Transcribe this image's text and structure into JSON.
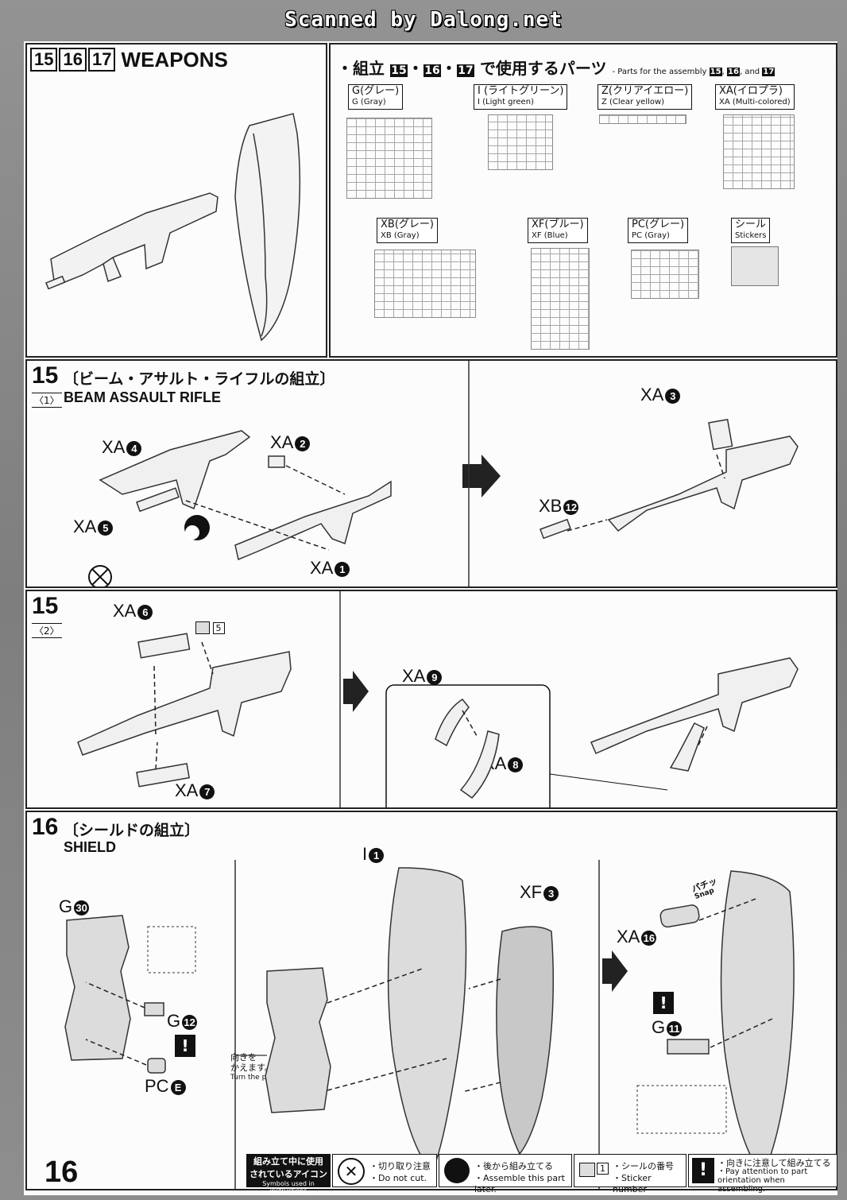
{
  "banner": "Scanned by Dalong.net",
  "page_number": "16",
  "header": {
    "step_numbers": [
      "15",
      "16",
      "17"
    ],
    "title": "WEAPONS"
  },
  "parts": {
    "heading_jp_prefix": "・組立",
    "heading_jp_suffix": "で使用するパーツ",
    "heading_en_prefix": "- Parts for the assembly",
    "heading_en_and": "and",
    "runners": [
      {
        "jp": "G(グレー)",
        "en": "G (Gray)"
      },
      {
        "jp": "I (ライトグリーン)",
        "en": "I (Light green)"
      },
      {
        "jp": "Z(クリアイエロー)",
        "en": "Z (Clear yellow)"
      },
      {
        "jp": "XA(イロプラ)",
        "en": "XA (Multi-colored)"
      },
      {
        "jp": "XB(グレー)",
        "en": "XB (Gray)"
      },
      {
        "jp": "XF(ブルー)",
        "en": "XF (Blue)"
      },
      {
        "jp": "PC(グレー)",
        "en": "PC (Gray)"
      },
      {
        "jp": "シール",
        "en": "Stickers"
      }
    ]
  },
  "step15_1": {
    "number": "15",
    "sub": "〈1〉",
    "jp": "〔ビーム・アサルト・ライフルの組立〕",
    "en": "BEAM ASSAULT RIFLE",
    "labels": {
      "xa4": {
        "runner": "XA",
        "num": "4"
      },
      "xa2": {
        "runner": "XA",
        "num": "2"
      },
      "xa5": {
        "runner": "XA",
        "num": "5"
      },
      "xa1": {
        "runner": "XA",
        "num": "1"
      },
      "xa3": {
        "runner": "XA",
        "num": "3"
      },
      "xb12": {
        "runner": "XB",
        "num": "12"
      }
    }
  },
  "step15_2": {
    "number": "15",
    "sub": "〈2〉",
    "sticker_num": "5",
    "labels": {
      "xa6": {
        "runner": "XA",
        "num": "6"
      },
      "xa7": {
        "runner": "XA",
        "num": "7"
      },
      "xa9": {
        "runner": "XA",
        "num": "9"
      },
      "xa8": {
        "runner": "XA",
        "num": "8"
      }
    }
  },
  "step16": {
    "number": "16",
    "jp": "〔シールドの組立〕",
    "en": "SHIELD",
    "turn_jp_1": "向きを",
    "turn_jp_2": "かえます。",
    "turn_en": "Turn the part.",
    "snap_jp": "パチッ",
    "snap_en": "Snap",
    "labels": {
      "g30": {
        "runner": "G",
        "num": "30"
      },
      "g12": {
        "runner": "G",
        "num": "12"
      },
      "pce": {
        "runner": "PC",
        "num": "E"
      },
      "i1": {
        "runner": "I",
        "num": "1"
      },
      "xf3": {
        "runner": "XF",
        "num": "3"
      },
      "xa16": {
        "runner": "XA",
        "num": "16"
      },
      "g11": {
        "runner": "G",
        "num": "11"
      }
    }
  },
  "legend": {
    "title_1": "組み立て中に使用",
    "title_2": "されているアイコン",
    "title_en": "Symbols used in instructions",
    "items": [
      {
        "jp": "・切り取り注意",
        "en": "・Do not cut."
      },
      {
        "jp": "・後から組み立てる",
        "en": "・Assemble this part later."
      },
      {
        "jp": "・シールの番号",
        "en": "・Sticker number"
      },
      {
        "jp": "・向きに注意して組み立てる",
        "en": "・Pay attention to part orientation when assembling."
      }
    ]
  }
}
